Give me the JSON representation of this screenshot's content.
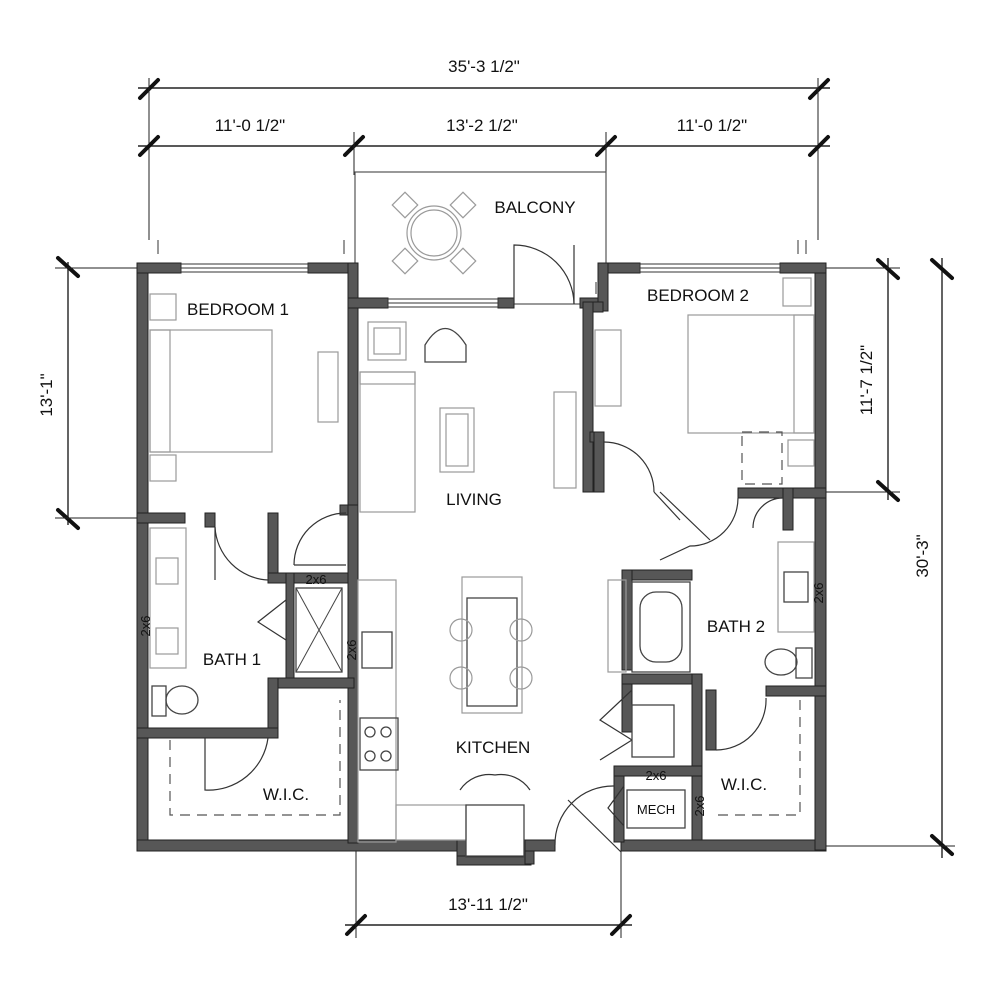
{
  "dimensions": {
    "overall_width": "35'-3 1/2\"",
    "left_width": "11'-0 1/2\"",
    "center_width": "13'-2 1/2\"",
    "right_width": "11'-0 1/2\"",
    "left_depth": "13'-1\"",
    "right_upper_depth": "11'-7 1/2\"",
    "right_overall_depth": "30'-3\"",
    "bottom_width": "13'-11 1/2\""
  },
  "rooms": {
    "balcony": "BALCONY",
    "bedroom1": "BEDROOM 1",
    "bedroom2": "BEDROOM 2",
    "living": "LIVING",
    "bath1": "BATH 1",
    "bath2": "BATH 2",
    "kitchen": "KITCHEN",
    "wic_left": "W.I.C.",
    "wic_right": "W.I.C.",
    "mech": "MECH"
  },
  "wall_notes": {
    "stud": "2x6"
  }
}
